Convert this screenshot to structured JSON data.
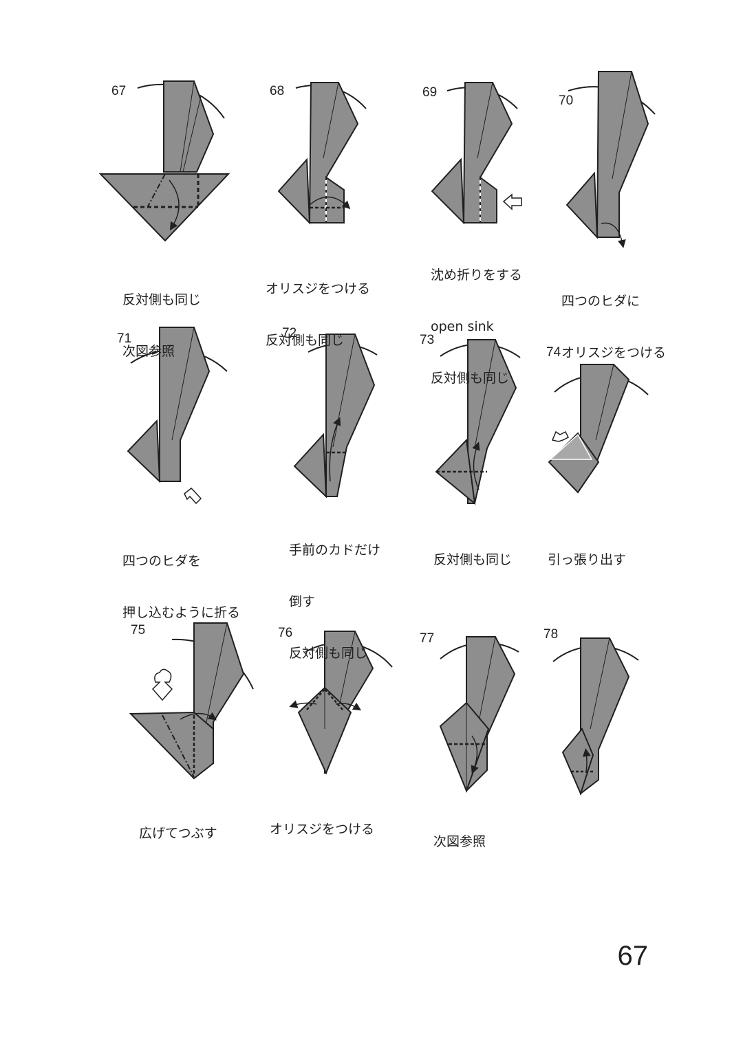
{
  "page_number": "67",
  "colors": {
    "paper": "#8e8e8e",
    "line": "#231f20",
    "background": "#ffffff"
  },
  "steps": [
    {
      "num": "67",
      "caption": [
        "反対側も同じ",
        "次図参照"
      ]
    },
    {
      "num": "68",
      "caption": [
        "オリスジをつける",
        "反対側も同じ"
      ]
    },
    {
      "num": "69",
      "caption": [
        "沈め折りをする",
        "open sink",
        "反対側も同じ"
      ]
    },
    {
      "num": "70",
      "caption": [
        "四つのヒダに",
        "オリスジをつける"
      ]
    },
    {
      "num": "71",
      "caption": [
        "四つのヒダを",
        "押し込むように折る"
      ]
    },
    {
      "num": "72",
      "caption": [
        "手前のカドだけ",
        "倒す",
        "反対側も同じ"
      ]
    },
    {
      "num": "73",
      "caption": [
        "反対側も同じ"
      ]
    },
    {
      "num": "74",
      "caption": [
        "引っ張り出す"
      ]
    },
    {
      "num": "75",
      "caption": [
        "広げてつぶす"
      ]
    },
    {
      "num": "76",
      "caption": [
        "オリスジをつける"
      ]
    },
    {
      "num": "77",
      "caption": [
        "次図参照"
      ]
    },
    {
      "num": "78",
      "caption": []
    }
  ]
}
